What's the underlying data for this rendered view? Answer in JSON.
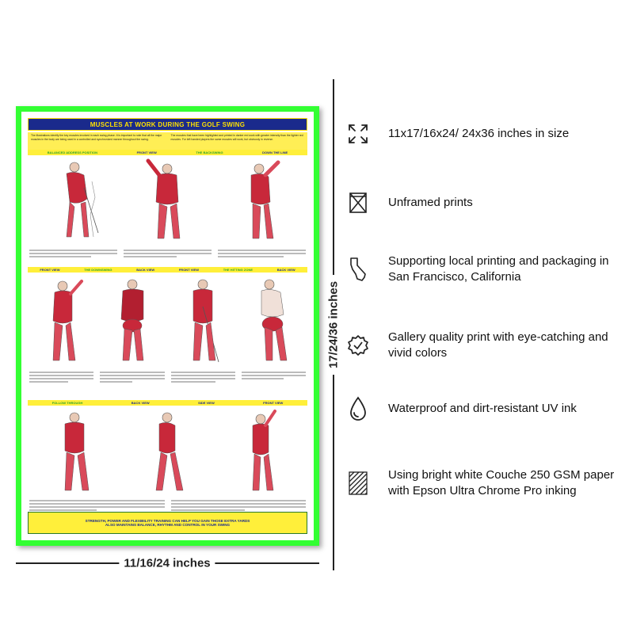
{
  "poster": {
    "title": "MUSCLES AT WORK DURING THE GOLF SWING",
    "intro": [
      "The illustrations identify the key muscles involved in each swing phase.",
      "It is important to note that all the major muscles in the body are being used in a controlled and synchronized manner throughout the swing.",
      "The muscles that have been highlighted and printed in darker red work with greater intensity than the lighter red muscles.",
      "For left handed players the same muscles will work, but obviously in reverse."
    ],
    "row1": [
      "BALANCED ADDRESS POSITION",
      "FRONT VIEW",
      "THE BACKSWING",
      "DOWN THE LINE"
    ],
    "row2": [
      "FRONT VIEW",
      "THE DOWNSWING",
      "BACK VIEW",
      "FRONT VIEW",
      "THE HITTING ZONE",
      "BACK VIEW"
    ],
    "row3": [
      "FOLLOW THROUGH",
      "BACK VIEW",
      "SIDE VIEW",
      "FRONT VIEW"
    ],
    "footer_line1": "STRENGTH, POWER AND FLEXIBILITY TRAINING CAN HELP YOU GAIN THOSE EXTRA YARDS",
    "footer_line2": "ALSO MAINTAINS BALANCE, RHYTHM AND CONTROL IN YOUR SWING"
  },
  "dimensions": {
    "vertical": "17/24/36 inches",
    "horizontal": "11/16/24 inches"
  },
  "features": [
    {
      "icon": "expand-arrows-icon",
      "text": "11x17/16x24/ 24x36 inches in size"
    },
    {
      "icon": "unframed-box-icon",
      "text": "Unframed prints"
    },
    {
      "icon": "california-map-icon",
      "text": "Supporting local printing and packaging in San Francisco, California"
    },
    {
      "icon": "quality-badge-icon",
      "text": "Gallery quality print with eye-catching and vivid colors"
    },
    {
      "icon": "water-drop-icon",
      "text": "Waterproof and dirt-resistant UV ink"
    },
    {
      "icon": "paper-texture-icon",
      "text": "Using bright white Couche 250 GSM paper with Epson Ultra Chrome Pro inking"
    }
  ],
  "colors": {
    "poster_border": "#33ff33",
    "title_bg": "#1a2a8c",
    "highlight_yellow": "#ffef3a",
    "muscle_red": "#c8283a"
  }
}
